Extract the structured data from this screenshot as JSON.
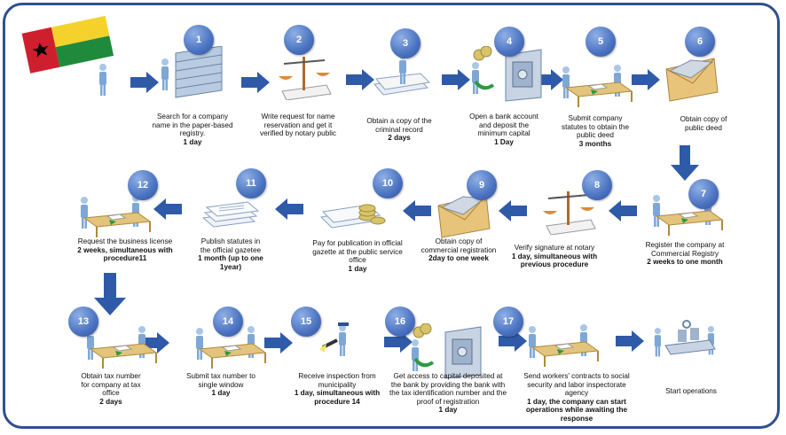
{
  "flag": {
    "colors": {
      "red": "#cf1f2e",
      "yellow": "#f5d22b",
      "green": "#1f8a3c",
      "star": "#000000"
    }
  },
  "badge_color": "#4a72c0",
  "arrow_color": "#2f5aa8",
  "steps": [
    {
      "num": "1",
      "text": "Search for a company name in the paper-based registry.",
      "duration": "1 day",
      "icon": "registry-cabinet-icon"
    },
    {
      "num": "2",
      "text": "Write request for name reservation and get it verified by notary public",
      "duration": "",
      "icon": "scales-of-justice-icon"
    },
    {
      "num": "3",
      "text": "Obtain a copy of the criminal record",
      "duration": "2 days",
      "icon": "police-officer-icon"
    },
    {
      "num": "4",
      "text": "Open a bank account and deposit the minimum capital",
      "duration": "1 Day",
      "icon": "bank-safe-icon"
    },
    {
      "num": "5",
      "text": "Submit company statutes to obtain the public deed",
      "duration": "3 months",
      "icon": "office-desk-icon"
    },
    {
      "num": "6",
      "text": "Obtain copy of public deed",
      "duration": "",
      "icon": "envelope-icon"
    },
    {
      "num": "7",
      "text": "Register the company at Commercial Registry",
      "duration": "2 weeks to one month",
      "icon": "office-desk-icon"
    },
    {
      "num": "8",
      "text": "Verify signature at notary",
      "duration": "1 day, simultaneous with previous procedure",
      "icon": "scales-of-justice-icon"
    },
    {
      "num": "9",
      "text": "Obtain copy of commercial registration",
      "duration": "2day to one week",
      "icon": "envelope-icon"
    },
    {
      "num": "10",
      "text": "Pay for publication in official gazette at the public service office",
      "duration": "1 day",
      "icon": "coins-documents-icon"
    },
    {
      "num": "11",
      "text": "Publish statutes in the official gazetee",
      "duration": "1 month (up to one 1year)",
      "icon": "documents-stack-icon"
    },
    {
      "num": "12",
      "text": "Request the business license",
      "duration": "2 weeks, simultaneous with procedure11",
      "icon": "office-desk-icon"
    },
    {
      "num": "13",
      "text": "Obtain tax number for company at tax office",
      "duration": "2 days",
      "icon": "office-desk-icon"
    },
    {
      "num": "14",
      "text": "Submit tax number to single window",
      "duration": "1 day",
      "icon": "office-desk-icon"
    },
    {
      "num": "15",
      "text": "Receive inspection from municipality",
      "duration": "1 day, simultaneous with procedure 14",
      "icon": "inspector-flashlight-icon"
    },
    {
      "num": "16",
      "text": "Get access to capital deposited at the bank by providing the bank with the tax identification number and the proof of registration",
      "duration": "1 day",
      "icon": "bank-safe-icon"
    },
    {
      "num": "17",
      "text": "Send workers' contracts to social security and labor inspectorate agency",
      "duration": "1 day, the company can start operations while awaiting the response",
      "icon": "office-desk-icon"
    },
    {
      "num": "",
      "text": "Start operations",
      "duration": "",
      "icon": "factory-workers-icon"
    }
  ]
}
